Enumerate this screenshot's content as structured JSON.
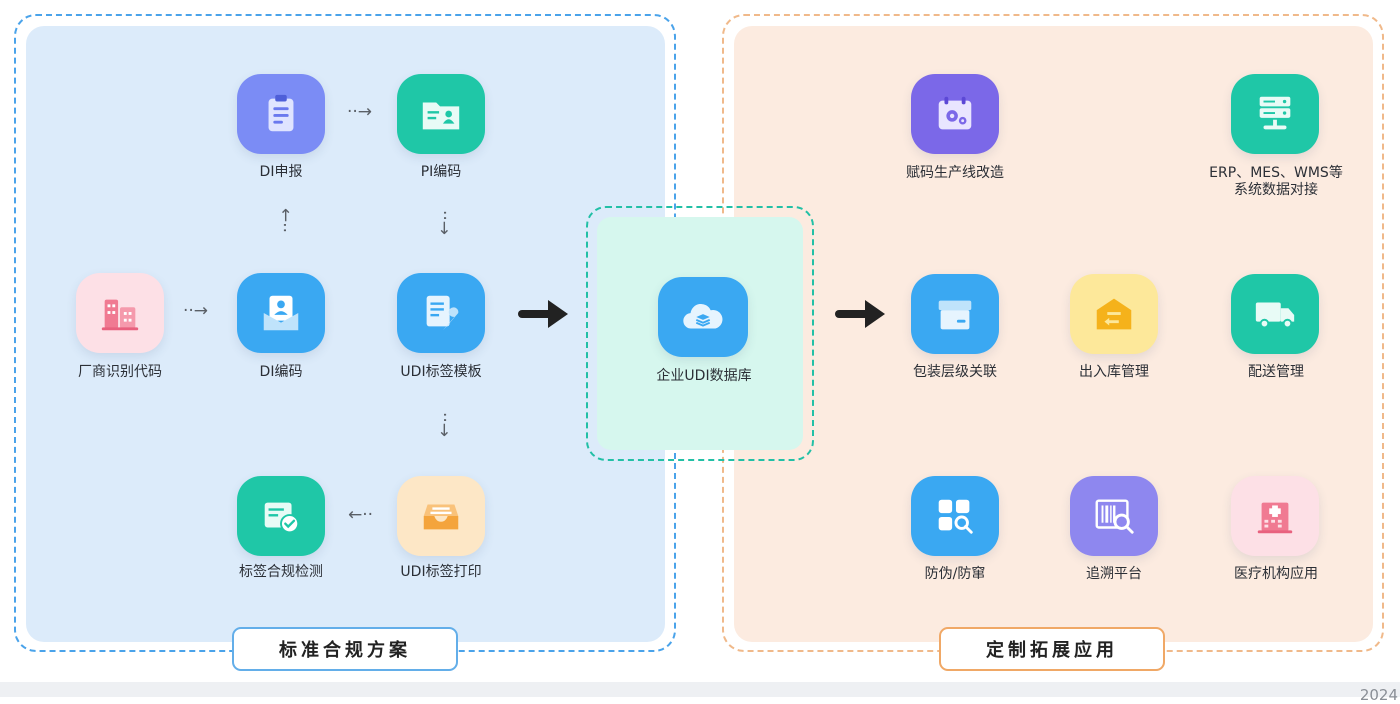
{
  "left_panel": {
    "title": "标准合规方案",
    "nodes": {
      "vendor_code": "厂商识别代码",
      "di_encode": "DI编码",
      "di_report": "DI申报",
      "pi_encode": "PI编码",
      "udi_template": "UDI标签模板",
      "udi_print": "UDI标签打印",
      "label_check": "标签合规检测"
    }
  },
  "center": {
    "database": "企业UDI数据库"
  },
  "right_panel": {
    "title": "定制拓展应用",
    "nodes": {
      "line_upgrade": "赋码生产线改造",
      "erp_line1": "ERP、MES、WMS等",
      "erp_line2": "系统数据对接",
      "packaging": "包装层级关联",
      "warehouse": "出入库管理",
      "delivery": "配送管理",
      "anti_counterfeit": "防伪/防窜",
      "trace": "追溯平台",
      "medical": "医疗机构应用"
    }
  },
  "footer": {
    "year": "2024"
  },
  "colors": {
    "blue_accent": "#4aa3ea",
    "orange_accent": "#f0b98a",
    "teal_accent": "#22c0a6"
  }
}
